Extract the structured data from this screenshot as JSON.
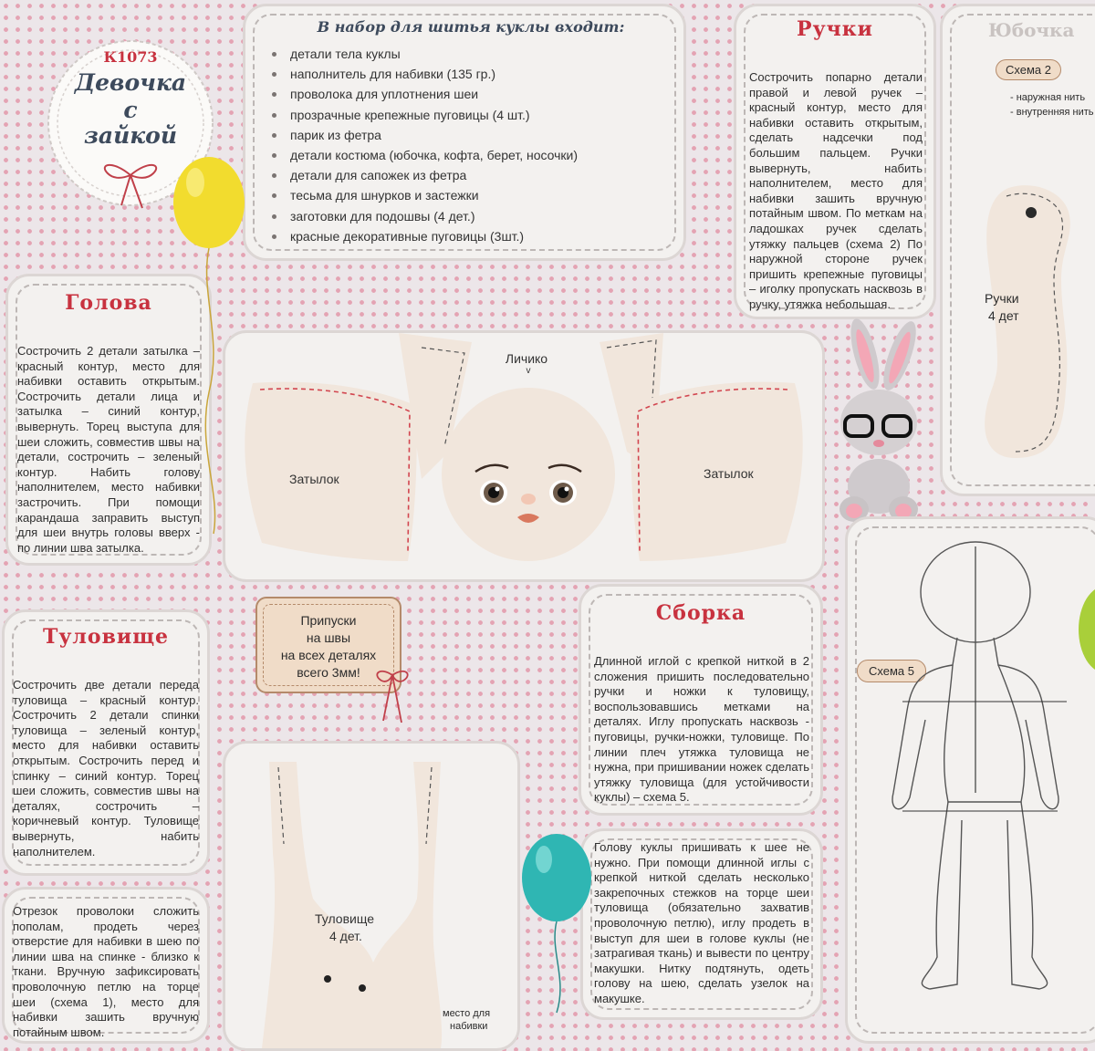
{
  "logo": {
    "code": "К1073",
    "line1": "Девочка",
    "line2": "с",
    "line3": "зайкой"
  },
  "kit": {
    "title": "В набор для шитья куклы входит:",
    "items": [
      "детали тела куклы",
      "наполнитель для набивки (135 гр.)",
      "проволока для уплотнения шеи",
      "прозрачные крепежные пуговицы (4 шт.)",
      "парик из фетра",
      "детали костюма (юбочка, кофта, берет, носочки)",
      "детали для сапожек из фетра",
      "тесьма для шнурков и застежки",
      "заготовки для подошвы (4 дет.)",
      "красные декоративные пуговицы (3шт.)"
    ]
  },
  "hands": {
    "title": "Ручки",
    "text": "Сострочить попарно детали правой и левой ручек – красный контур, место для набивки оставить открытым, сделать надсечки под большим пальцем. Ручки вывернуть, набить наполнителем, место для набивки зашить вручную потайным швом. По меткам на ладошках ручек сделать утяжку пальцев (схема 2) По наружной стороне ручек пришить крепежные пуговицы – иголку пропускать насквозь в ручку, утяжка небольшая."
  },
  "scheme2": {
    "badge": "Схема 2",
    "line1": "- наружная нить",
    "line2": "- внутренняя нить",
    "header_top": "Юбочка",
    "label": "Ручки",
    "label2": "4 дет"
  },
  "head": {
    "title": "Голова",
    "text": "Сострочить 2 детали затылка – красный контур, место для набивки оставить открытым. Сострочить детали лица и затылка – синий контур, вывернуть. Торец выступа для шеи сложить, совместив швы на детали, сострочить – зеленый контур. Набить голову наполнителем, место набивки застрочить. При помощи карандаша заправить выступ для шеи внутрь головы вверх - по линии шва затылка."
  },
  "pattern_head": {
    "face": "Личико",
    "back_left": "Затылок",
    "back_right": "Затылок"
  },
  "allowance": {
    "line1": "Припуски",
    "line2": "на швы",
    "line3": "на всех деталях",
    "line4": "всего 3мм!"
  },
  "torso": {
    "title": "Туловище",
    "text": "Сострочить две детали переда туловища – красный контур. Сострочить 2 детали спинки туловища – зеленый контур, место для набивки оставить открытым. Сострочить перед и спинку – синий контур. Торец шеи сложить, совместив швы на деталях, сострочить – коричневый контур. Туловище вывернуть, набить наполнителем.",
    "wire_text": "Отрезок проволоки сложить пополам, продеть через отверстие для набивки в шею по линии шва на спинке - близко к ткани. Вручную зафиксировать проволочную петлю на торце шеи (схема 1), место для набивки зашить вручную потайным швом."
  },
  "pattern_torso": {
    "label1": "Туловище",
    "label2": "4 дет.",
    "stuff1": "место для",
    "stuff2": "набивки"
  },
  "assembly": {
    "title": "Сборка",
    "text": "Длинной иглой с крепкой ниткой в 2 сложения пришить последовательно ручки и ножки к туловищу, воспользовавшись метками на деталях. Иглу пропускать насквозь - пуговицы, ручки-ножки, туловище. По линии плеч утяжка туловища не нужна, при пришивании ножек сделать утяжку туловища (для устойчивости куклы) – схема 5.",
    "head_text": "Голову куклы пришивать к шее не нужно. При помощи длинной иглы с крепкой ниткой сделать несколько закрепочных стежков на торце шеи туловища (обязательно захватив проволочную петлю), иглу продеть в выступ для шеи в голове куклы (не затрагивая ткань) и вывести по центру макушки. Нитку подтянуть, одеть голову на шею, сделать узелок на макушке."
  },
  "scheme5": {
    "badge": "Схема 5"
  },
  "colors": {
    "title_red": "#c8323f",
    "dots": "#e4a3b3",
    "panel": "#f3f1ef",
    "balloon_yellow": "#f2dc2e",
    "balloon_teal": "#2fb6b3"
  }
}
